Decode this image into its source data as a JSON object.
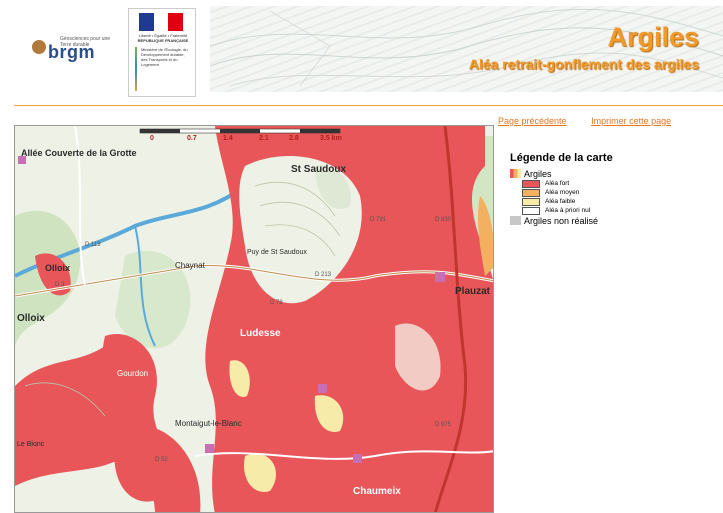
{
  "header": {
    "brgm": {
      "name": "brgm",
      "tagline": "Géosciences pour une Terre durable"
    },
    "ministry": {
      "motto": "Liberté • Égalité • Fraternité",
      "republic": "RÉPUBLIQUE FRANÇAISE",
      "text": "Ministère de l'Écologie, du Développement durable, des Transports et du Logement"
    },
    "title": "Argiles",
    "subtitle": "Aléa retrait-gonflement des argiles"
  },
  "nav": {
    "previous": "Page précédente",
    "print": "Imprimer cette page"
  },
  "map": {
    "scale_labels": [
      "0",
      "0.7",
      "1.4",
      "2.1",
      "2.8",
      "3.5 km"
    ],
    "places": [
      "Allée Couverte de la Grotte",
      "St Saudoux",
      "Puy de St Saudoux",
      "Olloix",
      "Chaynat",
      "Ludesse",
      "Plauzat",
      "Montaigut-le-Blanc",
      "Chaumeix",
      "Gourdon",
      "Olloix",
      "Le Bionc"
    ],
    "roads": [
      "D 119",
      "D 791",
      "D 78",
      "D 3",
      "D 52",
      "D 830",
      "D 213",
      "D 975"
    ]
  },
  "legend": {
    "title": "Légende de la carte",
    "group": "Argiles",
    "items": [
      {
        "label": "Aléa fort",
        "color": "#e8565a"
      },
      {
        "label": "Aléa moyen",
        "color": "#f3b061"
      },
      {
        "label": "Aléa faible",
        "color": "#f7ebaa"
      },
      {
        "label": "Aléa à priori nul",
        "color": "#ffffff"
      }
    ],
    "none": {
      "label": "Argiles non réalisé",
      "color": "#c7c7c7"
    }
  }
}
